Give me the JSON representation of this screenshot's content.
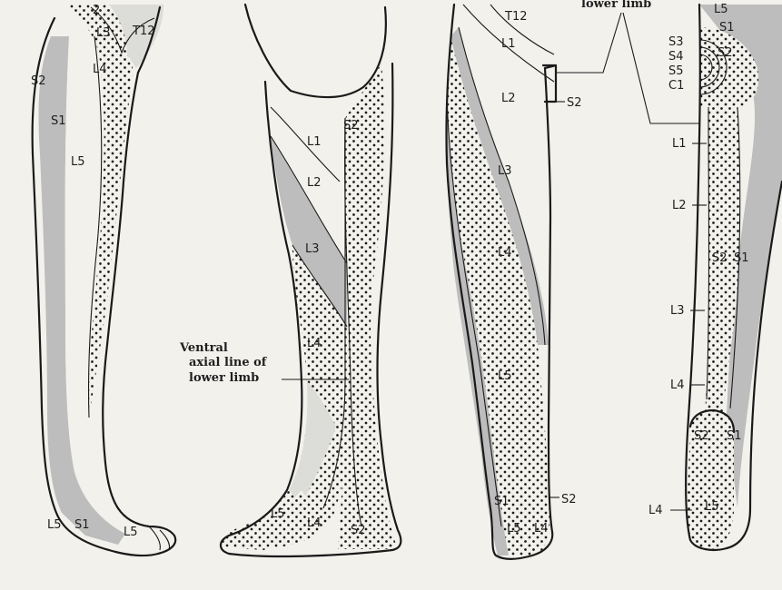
{
  "colors": {
    "paper": "#f2f1ec",
    "shade": "#bdbdbd",
    "light_shade": "#dcdcd8",
    "ink": "#1a1a1a"
  },
  "figure1": {
    "labels": {
      "t12": "T12",
      "l3": "L3",
      "s2": "S2",
      "s1": "S1",
      "l4": "L4",
      "l5": "L5",
      "l5_foot_left": "L5",
      "s1_foot": "S1",
      "l5_toe": "L5",
      "top2": "2"
    }
  },
  "figure2": {
    "labels": {
      "l1": "L1",
      "l2": "L2",
      "l3": "L3",
      "l4": "L4",
      "s2_top": "S2",
      "l5_foot": "L5",
      "l4_foot": "L4",
      "s2_foot": "S2"
    },
    "caption": {
      "line1": "Ventral",
      "line2": "axial line of",
      "line3": "lower limb"
    }
  },
  "figure3": {
    "labels": {
      "t12": "T12",
      "l1": "L1",
      "l2": "L2",
      "s2_hip": "S2",
      "l3": "L3",
      "l4": "L4",
      "l5": "L5",
      "s1_ankle": "S1",
      "s2_ankle": "S2",
      "l5_foot": "L5",
      "l4_foot": "L4"
    },
    "top_caption": "lower limb"
  },
  "figure4": {
    "labels": {
      "l5_top": "L5",
      "s1_top": "S1",
      "s3": "S3",
      "s4": "S4",
      "s5": "S5",
      "c1": "C1",
      "s2_butt": "S2",
      "l1": "L1",
      "l2": "L2",
      "s2_thigh": "S2",
      "s1_thigh": "S1",
      "l3": "L3",
      "l4": "L4",
      "s2_heel": "S2",
      "s1_heel": "S1",
      "l4_foot": "L4",
      "l5_foot": "L5"
    }
  }
}
